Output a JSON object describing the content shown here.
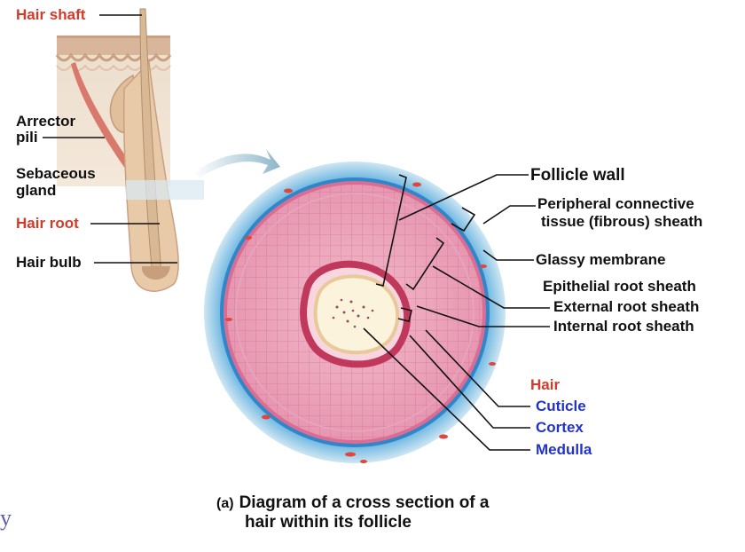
{
  "left_labels": {
    "hair_shaft": "Hair shaft",
    "arrector_pili_line1": "Arrector",
    "arrector_pili_line2": "pili",
    "sebaceous_line1": "Sebaceous",
    "sebaceous_line2": "gland",
    "hair_root": "Hair root",
    "hair_bulb": "Hair bulb"
  },
  "right_labels": {
    "follicle_wall": "Follicle wall",
    "peripheral_line1": "Peripheral connective",
    "peripheral_line2": "tissue (fibrous) sheath",
    "glassy_membrane": "Glassy membrane",
    "epithelial_root_sheath": "Epithelial root sheath",
    "external_root_sheath": "External root sheath",
    "internal_root_sheath": "Internal root sheath",
    "hair": "Hair",
    "cuticle": "Cuticle",
    "cortex": "Cortex",
    "medulla": "Medulla"
  },
  "caption": {
    "letter": "(a)",
    "line1": "Diagram of a cross section of a",
    "line2": "hair within its follicle"
  },
  "colors": {
    "highlight_red": "#d43a2a",
    "highlight_blue": "#2233cc",
    "text": "#111111"
  }
}
